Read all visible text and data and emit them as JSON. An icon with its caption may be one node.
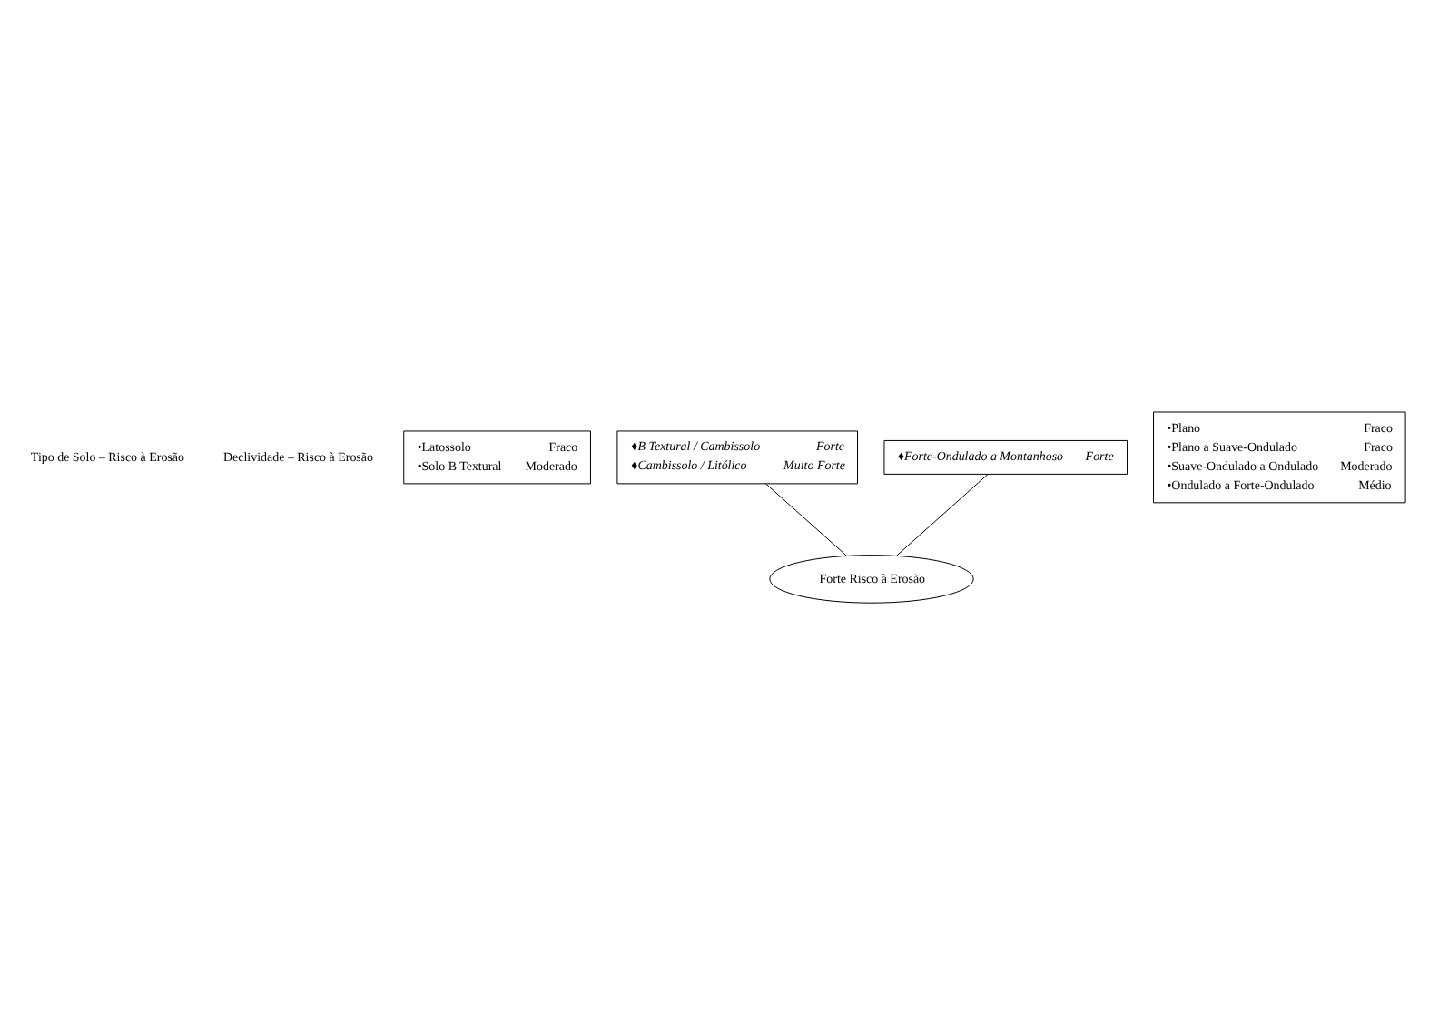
{
  "diagram": {
    "nodes": [
      {
        "text": [
          "•Latossolo",
          "Fraco",
          "•Solo B Textural",
          "Moderado"
        ]
      },
      {
        "text": [
          "♦B Textural / Cambissolo",
          "Forte",
          "♦Cambissolo / Litólico",
          "Muito Forte"
        ]
      },
      {
        "text": [
          "•Plano",
          "Fraco",
          "•Plano a Suave-Ondulado",
          "Fraco",
          "•Suave-Ondulado a Ondulado",
          "Moderado",
          "•Ondulado a Forte-Ondulado",
          "Médio"
        ]
      },
      {
        "text": [
          "♦Forte-Ondulado a Montanhoso",
          "Forte"
        ]
      },
      {
        "text": [
          "Forte Risco à Erosão"
        ]
      }
    ],
    "edges": [
      {
        "from": 1,
        "to": 4,
        "arrow": "none"
      },
      {
        "from": 3,
        "to": 4,
        "arrow": "none"
      }
    ],
    "labels": [
      "Tipo de Solo – Risco à Erosão",
      "Declividade – Risco à Erosão"
    ]
  }
}
